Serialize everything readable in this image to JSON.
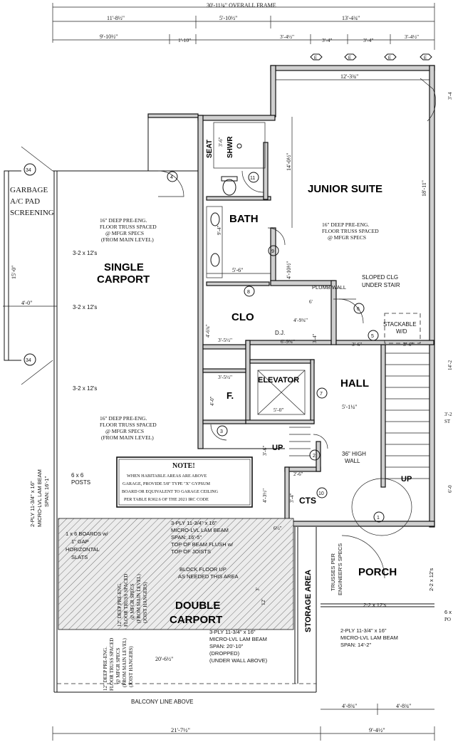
{
  "dimensions": {
    "overall": "30'-11¾\" OVERALL FRAME",
    "top_left": "11'-8½\"",
    "top_mid": "5'-10½\"",
    "top_right": "13'-4¾\"",
    "sub_left": "9'-10½\"",
    "sub_mid": "1'-10\"",
    "sub_r1": "3'-4½\"",
    "sub_r2": "3'-4\"",
    "sub_r3": "3'-4\"",
    "sub_r4": "3'-4½\"",
    "suite_width": "12'-3¾\"",
    "suite_depth": "14'-0½\"",
    "suite_right": "18'-11\"",
    "shower_w": "3'-6\"",
    "bath_depth": "9'-4\"",
    "clo_w": "5'-6\"",
    "bath_v": "4'-10½\"",
    "clo_h": "4'-6¾\"",
    "clo_w2": "3'-5½\"",
    "hall_a": "4'-9¾\"",
    "hall_b": "6'-9¾\"",
    "hall_c": "3'-4\"",
    "dim_d": "3'-6\"",
    "dim_e": "3'-6\"",
    "dim_f": "6'",
    "f_w": "3'-5½\"",
    "f_h": "4'-0\"",
    "elev_w": "5'-0\"",
    "hall_d": "5'-1¼\"",
    "up_h": "3'-6\"",
    "cts_h": "4'-3½\"",
    "cts_w": "2'-6\"",
    "cts_v": "3'-4\"",
    "cts_b": "6½\"",
    "carport_v": "15'-0\"",
    "carport_h": "4'-0\"",
    "garage_w": "20'-6½\"",
    "storage_d": "12'",
    "storage_d2": "3'",
    "bottom_left": "21'-7½\"",
    "bottom_right": "9'-4½\"",
    "porch_l": "4'-8¾\"",
    "porch_r": "4'-8¾\"",
    "right_a": "3'-4",
    "right_b": "14'-2",
    "right_c": "3'-2",
    "right_d": "6'-0",
    "right_st": "ST",
    "right_po": "PO"
  },
  "rooms": {
    "junior_suite": "JUNIOR SUITE",
    "bath": "BATH",
    "single_carport": [
      "SINGLE",
      "CARPORT"
    ],
    "clo": "CLO",
    "elevator": "ELEVATOR",
    "hall": "HALL",
    "f": "F.",
    "porch": "PORCH",
    "double_carport": [
      "DOUBLE",
      "CARPORT"
    ],
    "storage": "STORAGE AREA",
    "cts": "CTS",
    "up1": "UP",
    "up2": "UP",
    "seat": "SEAT",
    "shwr": "SHWR",
    "dj": "D.J."
  },
  "notes": {
    "garbage": [
      "GARBAGE",
      "A/C PAD",
      "SCREENING"
    ],
    "truss_top": [
      "16\" DEEP PRE-ENG.",
      "FLOOR TRUSS SPACED",
      "@ MFGR SPECS",
      "(FROM MAIN LEVEL)"
    ],
    "truss_suite": [
      "16\" DEEP PRE-ENG.",
      "FLOOR TRUSS SPACED",
      "@ MFGR SPECS"
    ],
    "truss_mid": [
      "16\" DEEP PRE-ENG.",
      "FLOOR TRUSS SPACED",
      "@ MFGR SPECS",
      "(FROM MAIN LEVEL)"
    ],
    "posts_1": "3-2 x 12's",
    "posts_2": "3-2 x 12's",
    "posts_3": "3-2 x 12's",
    "sloped": [
      "SLOPED CLG",
      "UNDER STAIR"
    ],
    "plumb": "PLUMB WALL",
    "stackable": [
      "STACKABLE",
      "W/D"
    ],
    "high_wall": [
      "36\" HIGH",
      "WALL"
    ],
    "note_title": "NOTE!",
    "note_body": [
      "WHEN HABITABLE AREAS ARE ABOVE",
      "GARAGE, PROVIDE 5/8\" TYPE \"X\" GYPSUM",
      "BOARD OR EQUIVALENT TO GARAGE CEILING",
      "PER TABLE R302.6 OF THE 2021 IRC CODE"
    ],
    "posts_6x6": [
      "6 x 6",
      "POSTS"
    ],
    "lam_beam_v": [
      "2-PLY 11-3/4\" x 16\"",
      "MICRO-LVL LAM BEAM",
      "SPAN: 16'-1\""
    ],
    "boards": [
      "1 x 6 BOARDS w/",
      "1\" GAP",
      "HORIZONTAL",
      "SLATS"
    ],
    "lam_3ply": [
      "3-PLY 11-3/4\" x 16\"",
      "MICRO-LVL LAM BEAM",
      "SPAN: 16'-5\"",
      "TOP OF BEAM FLUSH w/",
      "TOP OF JOISTS"
    ],
    "block_floor": [
      "BLOCK FLOOR UP",
      "AS NEEDED THIS AREA"
    ],
    "truss_12_a": [
      "12\" DEEP PRE-ENG.",
      "FLOOR TRUSS SPACED",
      "@ MFGR SPECS",
      "(FROM MAIN LEVEL)",
      "(JOIST HANGERS)"
    ],
    "truss_12_b": [
      "12\" DEEP PRE-ENG.",
      "FLOOR TRUSS SPACED",
      "@ MFGR SPECS",
      "(FROM MAIN LEVEL)",
      "(JOIST HANGERS)"
    ],
    "lam_3ply_b": [
      "3-PLY 11-3/4\" x 16\"",
      "MICRO-LVL LAM BEAM",
      "SPAN: 20'-10\"",
      "(DROPPED)",
      "(UNDER WALL ABOVE)"
    ],
    "lam_2ply": [
      "2-PLY 11-3/4\" x 16\"",
      "MICRO-LVL LAM BEAM",
      "SPAN: 14'-2\""
    ],
    "trusses_per": [
      "TRUSSES PER",
      "ENGINEER'S SPECS"
    ],
    "porch_beam": "2-2 x 12's",
    "porch_beam_v": "2-2 x 12's",
    "balcony": "BALCONY LINE ABOVE",
    "posts_6x_right": "6 x"
  },
  "tags": {
    "t1": "1",
    "t2": "2",
    "t3": "3",
    "t4": "4",
    "t5": "5",
    "t6": "6",
    "t7": "7",
    "t8": "8",
    "t9": "9",
    "t10": "10",
    "t11": "11",
    "t34a": "34",
    "t34b": "34",
    "hex_a": "E",
    "hex_b": "E",
    "hex_c": "E",
    "hex_d": "E"
  }
}
